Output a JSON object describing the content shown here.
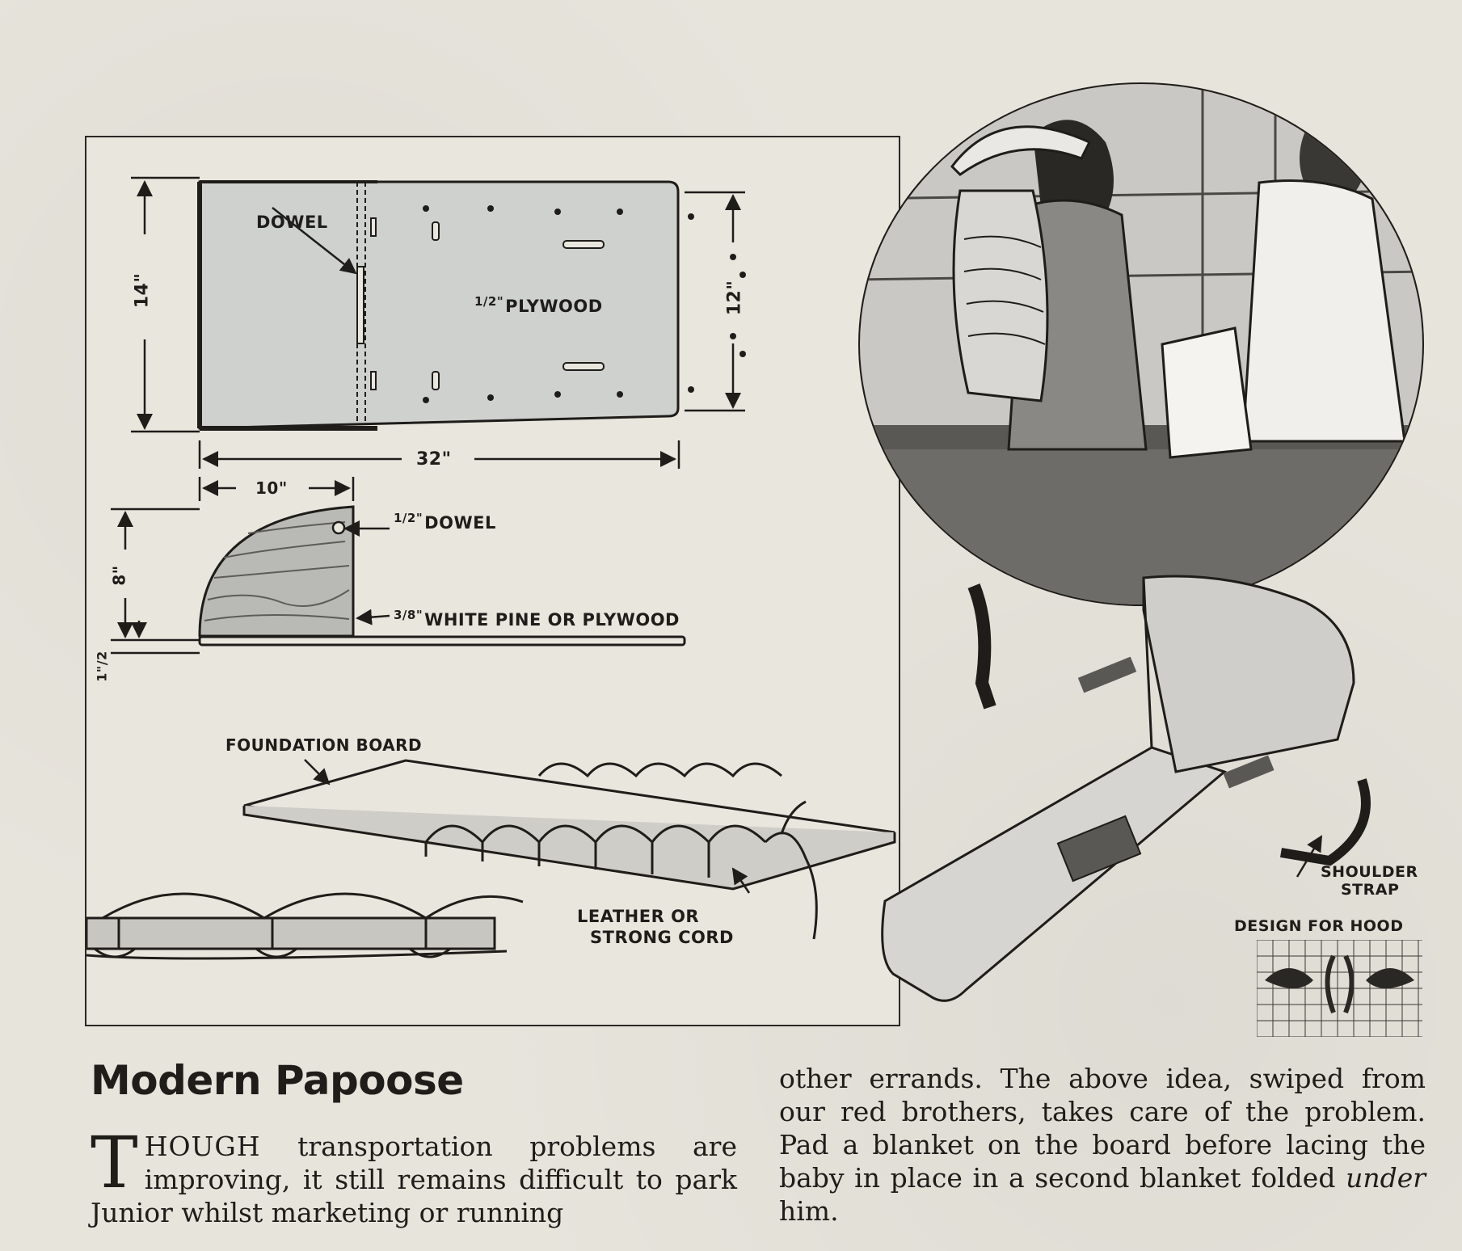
{
  "diagram": {
    "labels": {
      "dowel": "DOWEL",
      "dim_14": "14\"",
      "dim_12": "12\"",
      "plywood_frac": "1/2\"",
      "plywood": "PLYWOOD",
      "dim_32": "32\"",
      "dim_10": "10\"",
      "dim_8": "8\"",
      "dim_half": "1\"/2",
      "half_dowel_frac": "1/2\"",
      "half_dowel": "DOWEL",
      "pine_frac": "3/8\"",
      "pine": "WHITE PINE OR PLYWOOD",
      "foundation_board": "FOUNDATION BOARD",
      "leather_line1": "LEATHER OR",
      "leather_line2": "STRONG CORD"
    }
  },
  "illustration": {
    "shoulder_line1": "SHOULDER",
    "shoulder_line2": "STRAP",
    "design_for_hood": "DESIGN FOR HOOD"
  },
  "article": {
    "title": "Modern Papoose",
    "dropcap": "T",
    "col1_lead": "HOUGH",
    "col1_text": " transportation problems are improving, it still remains difficult to park Junior whilst marketing or running",
    "col2_text": "other errands. The above idea, swiped from our red brothers, takes care of the problem. Pad a blanket on the board before lacing the baby in place in a second blanket folded ",
    "col2_em": "under",
    "col2_end": " him."
  }
}
